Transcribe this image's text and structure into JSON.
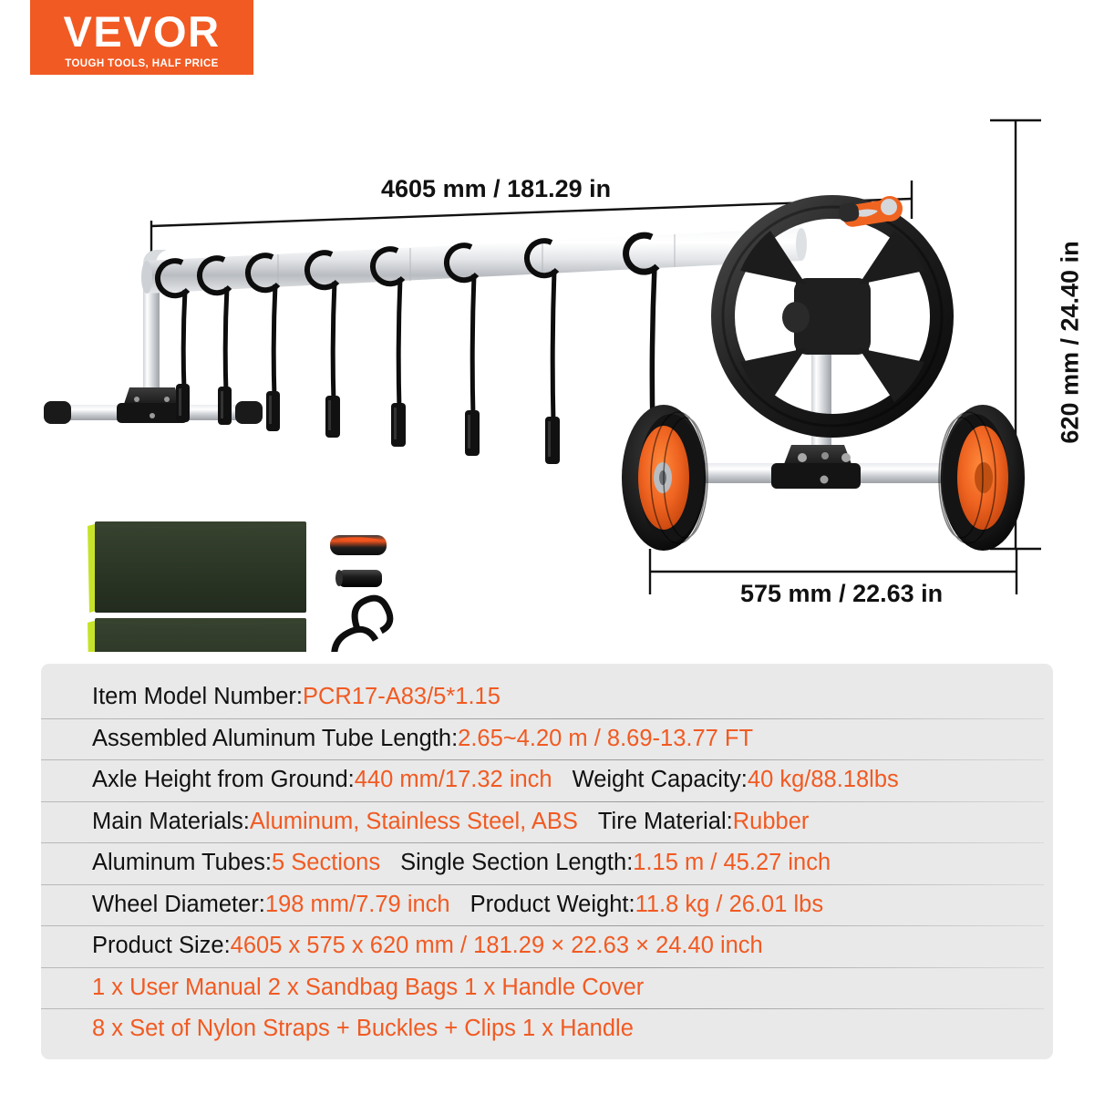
{
  "brand": {
    "wordmark": "VEVOR",
    "tagline": "TOUGH TOOLS, HALF PRICE",
    "accent_color": "#F15A22"
  },
  "dimensions": {
    "length": "4605 mm / 181.29 in",
    "width": "575 mm / 22.63 in",
    "height": "620 mm / 24.40 in"
  },
  "illustration": {
    "description": "pool cover reel with aluminum tube, black crank wheel, two rubber tires with orange hubs, nylon straps, sandbag bags, handle grip and handle cover",
    "colors": {
      "tube": "#e8e9eb",
      "tire": "#1a1a1a",
      "hub": "#ef6421",
      "bracket": "#212121",
      "bag": "#2f3b2a",
      "drawstring": "#c7e22a"
    },
    "strap_count": 8
  },
  "spec_table": {
    "rows": [
      {
        "cells": [
          {
            "label": "Item Model Number: ",
            "value": "PCR17-A83/5*1.15"
          }
        ]
      },
      {
        "cells": [
          {
            "label": "Assembled Aluminum Tube Length: ",
            "value": "2.65~4.20 m / 8.69-13.77 FT"
          }
        ]
      },
      {
        "cells": [
          {
            "label": "Axle Height from Ground: ",
            "value": "440 mm/17.32 inch"
          },
          {
            "label": "Weight Capacity: ",
            "value": "40 kg/88.18lbs"
          }
        ]
      },
      {
        "cells": [
          {
            "label": "Main Materials: ",
            "value": "Aluminum, Stainless Steel, ABS"
          },
          {
            "label": "Tire Material: ",
            "value": "Rubber"
          }
        ]
      },
      {
        "cells": [
          {
            "label": "Aluminum Tubes: ",
            "value": "5 Sections"
          },
          {
            "label": "Single Section Length: ",
            "value": "1.15 m / 45.27 inch"
          }
        ]
      },
      {
        "cells": [
          {
            "label": "Wheel Diameter: ",
            "value": "198 mm/7.79 inch"
          },
          {
            "label": "Product Weight: ",
            "value": "11.8 kg / 26.01 lbs"
          }
        ]
      },
      {
        "cells": [
          {
            "label": "Product Size:  ",
            "value": "4605 x 575 x 620 mm / 181.29 × 22.63 × 24.40 inch"
          }
        ]
      },
      {
        "cells": [
          {
            "label": "",
            "value": "1 x User Manual   2 x Sandbag Bags  1 x Handle Cover"
          }
        ]
      },
      {
        "cells": [
          {
            "label": "",
            "value": "8 x Set of Nylon Straps + Buckles + Clips  1 x Handle"
          }
        ]
      }
    ]
  }
}
